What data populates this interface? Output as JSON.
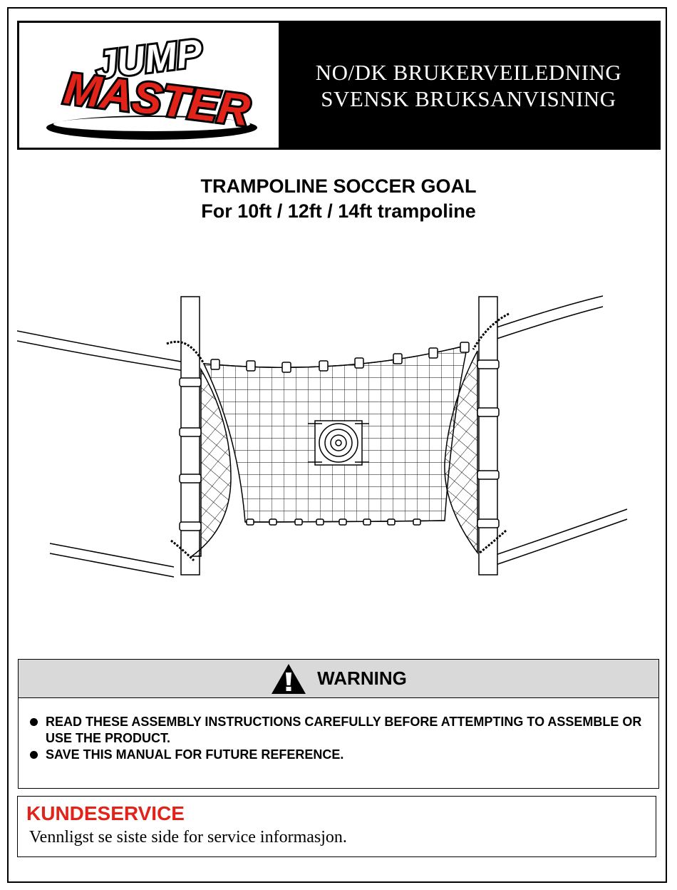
{
  "header": {
    "logo": {
      "line1": "JUMP",
      "line2": "MASTER"
    },
    "title_line1": "NO/DK BRUKERVEILEDNING",
    "title_line2": "SVENSK BRUKSANVISNING"
  },
  "product": {
    "title": "TRAMPOLINE SOCCER GOAL",
    "subtitle": "For 10ft / 12ft / 14ft trampoline"
  },
  "warning": {
    "icon": "warning-triangle-icon",
    "title": "WARNING",
    "items": [
      "READ THESE ASSEMBLY INSTRUCTIONS CAREFULLY BEFORE ATTEMPTING TO ASSEMBLE OR USE THE PRODUCT.",
      "SAVE THIS MANUAL FOR FUTURE REFERENCE."
    ]
  },
  "customer_service": {
    "title": "KUNDESERVICE",
    "text": "Vennligst se siste side for service informasjon."
  },
  "colors": {
    "brand_red": "#e2231a",
    "header_bg": "#000000",
    "warning_bg": "#d9d9d9"
  }
}
